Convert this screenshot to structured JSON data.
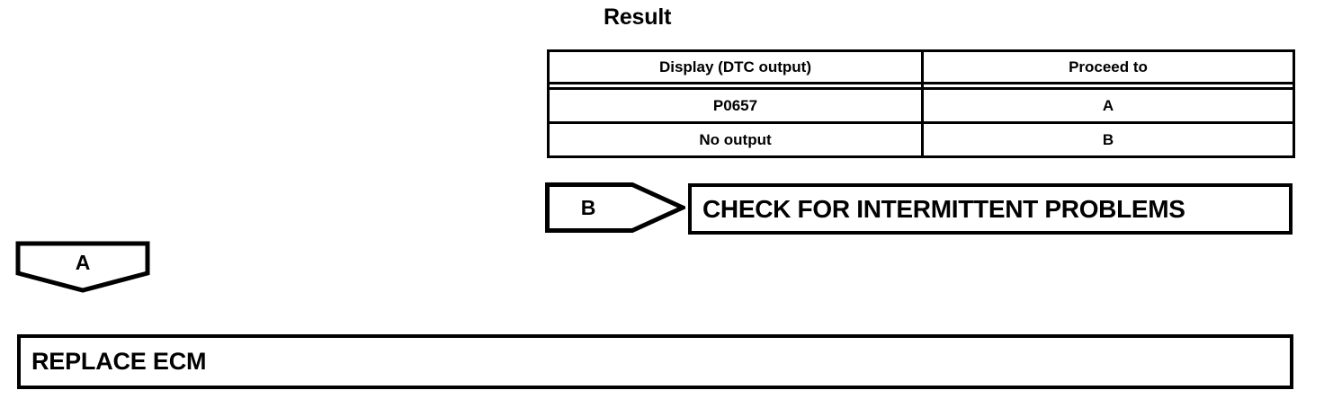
{
  "diagram": {
    "result_label": "Result",
    "table": {
      "headers": [
        "Display (DTC output)",
        "Proceed to"
      ],
      "rows": [
        {
          "display": "P0657",
          "proceed_to": "A"
        },
        {
          "display": "No output",
          "proceed_to": "B"
        }
      ]
    },
    "connector_b": {
      "label": "B"
    },
    "connector_a": {
      "label": "A"
    },
    "box_check": {
      "label": "CHECK FOR INTERMITTENT PROBLEMS"
    },
    "box_replace": {
      "label": "REPLACE ECM"
    },
    "colors": {
      "line": "#000000",
      "background": "#ffffff",
      "text": "#000000"
    }
  }
}
